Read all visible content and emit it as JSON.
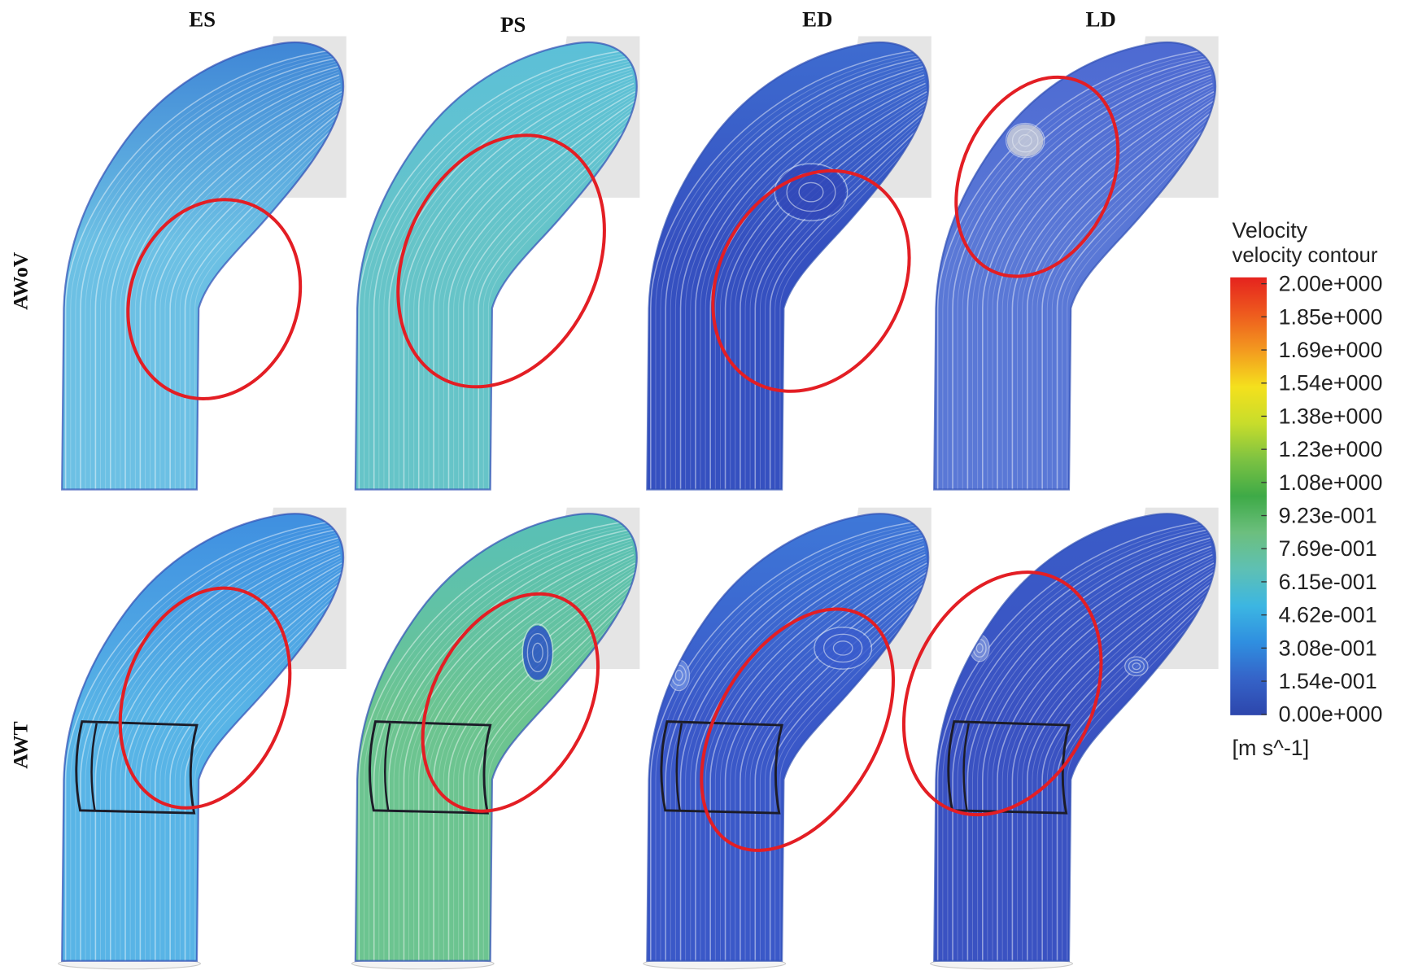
{
  "columns": [
    "ES",
    "PS",
    "ED",
    "LD"
  ],
  "rows": [
    "AWoV",
    "AWT"
  ],
  "colorbar": {
    "title": "Velocity",
    "subtitle": "velocity contour",
    "ticks": [
      "2.00e+000",
      "1.85e+000",
      "1.69e+000",
      "1.54e+000",
      "1.38e+000",
      "1.23e+000",
      "1.08e+000",
      "9.23e-001",
      "7.69e-001",
      "6.15e-001",
      "4.62e-001",
      "3.08e-001",
      "1.54e-001",
      "0.00e+000"
    ],
    "unit": "[m s^-1]",
    "colors": [
      "#e5231e",
      "#ee5a1e",
      "#f39a1f",
      "#f4e01d",
      "#c8dd2b",
      "#7cc242",
      "#3eaa47",
      "#6cbf7e",
      "#5ec0b4",
      "#3cb6e2",
      "#2f8fe0",
      "#3563c8",
      "#2d46ac"
    ]
  },
  "panel_colors": [
    [
      [
        "#3f86d6",
        "#6cc0e4"
      ],
      [
        "#5cc0d8",
        "#66c4c8"
      ],
      [
        "#3e6cd0",
        "#3550c0"
      ],
      [
        "#4d6ad2",
        "#5a78d6"
      ]
    ],
    [
      [
        "#3f8fe0",
        "#58b4e6"
      ],
      [
        "#58c0b8",
        "#6cc490"
      ],
      [
        "#3e78d8",
        "#3a58c8"
      ],
      [
        "#3a5cc8",
        "#3a52c2"
      ]
    ]
  ],
  "colors": {
    "highlight": "#e31e24",
    "graft_outline": "#1c1c28",
    "backdrop": "#e5e5e5",
    "vessel_outline": "#2f4fb5"
  }
}
